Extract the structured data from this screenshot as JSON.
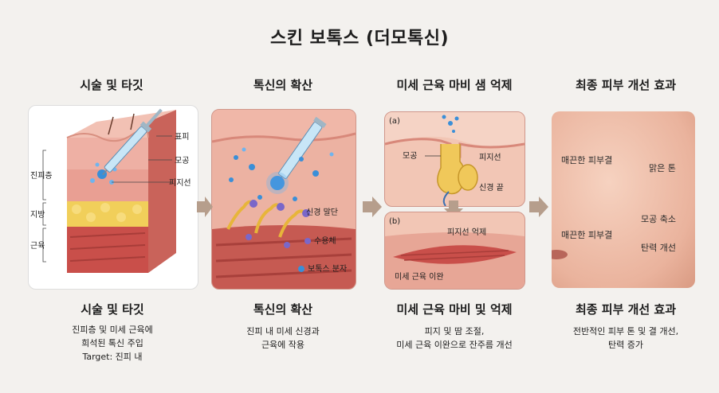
{
  "title": "스킨 보톡스 (더모톡신)",
  "steps": [
    {
      "heading": "시술 및 타깃",
      "labels": [
        "표피",
        "모공",
        "피지선",
        "진피층",
        "지방",
        "근육"
      ],
      "caption_title": "시술 및 타깃",
      "caption_lines": [
        "진피층 및 미세 근육에",
        "희석된 톡신 주입",
        "Target: 진피 내"
      ]
    },
    {
      "heading": "톡신의 확산",
      "labels": [
        "신경 말단",
        "수용체",
        "보톡스 분자"
      ],
      "caption_title": "톡신의 확산",
      "caption_lines": [
        "진피 내 미세 신경과",
        "근육에 작용"
      ]
    },
    {
      "heading": "미세 근육 마비 샘 억제",
      "labels": [
        "(a)",
        "모공",
        "피지선",
        "신경 끝",
        "(b)",
        "피지선 억제",
        "미세 근육 이완"
      ],
      "caption_title": "미세 근육 마비 및 억제",
      "caption_lines": [
        "피지 및 땀 조절,",
        "미세 근육 이완으로 잔주름 개선"
      ]
    },
    {
      "heading": "최종 피부 개선 효과",
      "labels": [
        "매끈한 피부결",
        "맑은 톤",
        "매끈한 피부결",
        "모공 축소",
        "탄력 개선"
      ],
      "caption_title": "최종 피부 개선 효과",
      "caption_lines": [
        "전반적인 피부 톤 및 결 개선,",
        "탄력 증가"
      ]
    }
  ],
  "colors": {
    "background": "#f3f1ee",
    "skin": "#e8a89a",
    "fat": "#f1cf5a",
    "muscle": "#c94f4a",
    "toxin": "#3a8fd8",
    "arrow": "#b69e8c"
  }
}
